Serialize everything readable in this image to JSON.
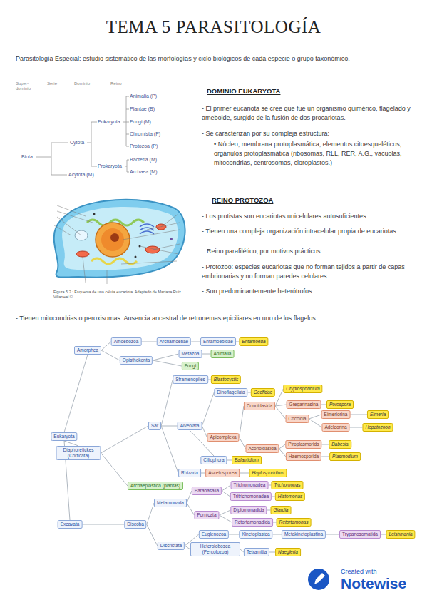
{
  "diagram": {
    "title": "TEMA 5 PARASITOLOGÍA",
    "nodes": [
      {
        "text": [
          "Eukaryota"
        ]
      },
      {
        "text": [
          "Amorphea"
        ]
      },
      {
        "text": [
          "Amoebozoa"
        ]
      },
      {
        "text": [
          "Archamoebae"
        ]
      },
      {
        "text": [
          "Entamoebidae"
        ]
      },
      {
        "text": [
          "Entamoeba"
        ]
      },
      {
        "text": [
          "Opisthokonta"
        ]
      },
      {
        "text": [
          "Metazoa"
        ]
      },
      {
        "text": [
          "Animalia"
        ]
      },
      {
        "text": [
          "Fungi"
        ]
      },
      {
        "text": [
          "Diaphoretickes (Corticata)"
        ]
      },
      {
        "text": [
          "Sar"
        ]
      },
      {
        "text": [
          "Stramenopiles"
        ]
      },
      {
        "text": [
          "Blastocystis"
        ]
      },
      {
        "text": [
          "Alveolata"
        ]
      },
      {
        "text": [
          "Dinoflagellata"
        ]
      },
      {
        "text": [
          "Gedfidae"
        ]
      },
      {
        "text": [
          "Apicomplexa"
        ]
      },
      {
        "text": [
          "Conoidasida"
        ]
      },
      {
        "text": [
          "Cryptosporidium"
        ]
      },
      {
        "text": [
          "Gregarinasina"
        ]
      },
      {
        "text": [
          "Porospora"
        ]
      },
      {
        "text": [
          "Coccidia"
        ]
      },
      {
        "text": [
          "Eimeriorina"
        ]
      },
      {
        "text": [
          "Eimeria"
        ]
      },
      {
        "text": [
          "Adeleorina"
        ]
      },
      {
        "text": [
          "Hepatozoon"
        ]
      },
      {
        "text": [
          "Aconoidasida"
        ]
      },
      {
        "text": [
          "Piroplasmorida"
        ]
      },
      {
        "text": [
          "Babesia"
        ]
      },
      {
        "text": [
          "Haemosporida"
        ]
      },
      {
        "text": [
          "Plasmodium"
        ]
      },
      {
        "text": [
          "Ciliophora"
        ]
      },
      {
        "text": [
          "Balantidium"
        ]
      },
      {
        "text": [
          "Rhizaria"
        ]
      },
      {
        "text": [
          "Ascetosporea"
        ]
      },
      {
        "text": [
          "Haplosporidium"
        ]
      },
      {
        "text": [
          "Archaeplastida (plantas)"
        ]
      },
      {
        "text": [
          "Excavata"
        ]
      },
      {
        "text": [
          "Discoba"
        ]
      },
      {
        "text": [
          "Metamonada"
        ]
      },
      {
        "text": [
          "Parabasalia"
        ]
      },
      {
        "text": [
          "Trichomonadea"
        ]
      },
      {
        "text": [
          "Trichomonas"
        ]
      },
      {
        "text": [
          "Tritrichomonadea"
        ]
      },
      {
        "text": [
          "Histomonas"
        ]
      },
      {
        "text": [
          "Fornicata"
        ]
      },
      {
        "text": [
          "Diplomonadida"
        ]
      },
      {
        "text": [
          "Giardia"
        ]
      },
      {
        "text": [
          "Retortamonadida"
        ]
      },
      {
        "text": [
          "Retortamonas"
        ]
      },
      {
        "text": [
          "Discristata"
        ]
      },
      {
        "text": [
          "Euglenozoa"
        ]
      },
      {
        "text": [
          "Kinetoplastea"
        ]
      },
      {
        "text": [
          "Metakinetoplastina"
        ]
      },
      {
        "text": [
          "Trypanosomatida"
        ]
      },
      {
        "text": [
          "Leishmania"
        ]
      },
      {
        "text": [
          "Heterolobosea (Percolozoa)"
        ]
      },
      {
        "text": [
          "Tetramitia"
        ]
      },
      {
        "text": [
          "Naegleria"
        ]
      }
    ],
    "edges": [
      {
        "from": 0,
        "to": 1,
        "arrow": "none"
      },
      {
        "from": 1,
        "to": 2,
        "arrow": "none"
      },
      {
        "from": 2,
        "to": 3,
        "arrow": "none"
      },
      {
        "from": 3,
        "to": 4,
        "arrow": "none"
      },
      {
        "from": 4,
        "to": 5,
        "arrow": "none"
      },
      {
        "from": 1,
        "to": 6,
        "arrow": "none"
      },
      {
        "from": 6,
        "to": 7,
        "arrow": "none"
      },
      {
        "from": 7,
        "to": 8,
        "arrow": "none"
      },
      {
        "from": 6,
        "to": 9,
        "arrow": "none"
      },
      {
        "from": 0,
        "to": 10,
        "arrow": "none"
      },
      {
        "from": 10,
        "to": 11,
        "arrow": "none"
      },
      {
        "from": 11,
        "to": 12,
        "arrow": "none"
      },
      {
        "from": 12,
        "to": 13,
        "arrow": "none"
      },
      {
        "from": 11,
        "to": 14,
        "arrow": "none"
      },
      {
        "from": 14,
        "to": 15,
        "arrow": "none"
      },
      {
        "from": 15,
        "to": 16,
        "arrow": "none"
      },
      {
        "from": 14,
        "to": 17,
        "arrow": "none"
      },
      {
        "from": 17,
        "to": 18,
        "arrow": "none"
      },
      {
        "from": 18,
        "to": 19,
        "arrow": "none"
      },
      {
        "from": 18,
        "to": 20,
        "arrow": "none"
      },
      {
        "from": 20,
        "to": 21,
        "arrow": "none"
      },
      {
        "from": 18,
        "to": 22,
        "arrow": "none"
      },
      {
        "from": 22,
        "to": 23,
        "arrow": "none"
      },
      {
        "from": 23,
        "to": 24,
        "arrow": "none"
      },
      {
        "from": 22,
        "to": 25,
        "arrow": "none"
      },
      {
        "from": 25,
        "to": 26,
        "arrow": "none"
      },
      {
        "from": 17,
        "to": 27,
        "arrow": "none"
      },
      {
        "from": 27,
        "to": 28,
        "arrow": "none"
      },
      {
        "from": 28,
        "to": 29,
        "arrow": "none"
      },
      {
        "from": 27,
        "to": 30,
        "arrow": "none"
      },
      {
        "from": 30,
        "to": 31,
        "arrow": "none"
      },
      {
        "from": 14,
        "to": 32,
        "arrow": "none"
      },
      {
        "from": 32,
        "to": 33,
        "arrow": "none"
      },
      {
        "from": 11,
        "to": 34,
        "arrow": "none"
      },
      {
        "from": 34,
        "to": 35,
        "arrow": "none"
      },
      {
        "from": 35,
        "to": 36,
        "arrow": "none"
      },
      {
        "from": 10,
        "to": 37,
        "arrow": "none"
      },
      {
        "from": 0,
        "to": 38,
        "arrow": "none"
      },
      {
        "from": 38,
        "to": 39,
        "arrow": "none"
      },
      {
        "from": 39,
        "to": 40,
        "arrow": "none"
      },
      {
        "from": 40,
        "to": 41,
        "arrow": "none"
      },
      {
        "from": 41,
        "to": 42,
        "arrow": "none"
      },
      {
        "from": 42,
        "to": 43,
        "arrow": "none"
      },
      {
        "from": 41,
        "to": 44,
        "arrow": "none"
      },
      {
        "from": 44,
        "to": 45,
        "arrow": "none"
      },
      {
        "from": 40,
        "to": 46,
        "arrow": "none"
      },
      {
        "from": 46,
        "to": 47,
        "arrow": "none"
      },
      {
        "from": 47,
        "to": 48,
        "arrow": "none"
      },
      {
        "from": 46,
        "to": 49,
        "arrow": "none"
      },
      {
        "from": 49,
        "to": 50,
        "arrow": "none"
      },
      {
        "from": 39,
        "to": 51,
        "arrow": "none"
      },
      {
        "from": 51,
        "to": 52,
        "arrow": "none"
      },
      {
        "from": 52,
        "to": 53,
        "arrow": "none"
      },
      {
        "from": 53,
        "to": 54,
        "arrow": "none"
      },
      {
        "from": 54,
        "to": 55,
        "arrow": "none"
      },
      {
        "from": 55,
        "to": 56,
        "arrow": "none"
      },
      {
        "from": 51,
        "to": 57,
        "arrow": "none"
      },
      {
        "from": 57,
        "to": 58,
        "arrow": "none"
      },
      {
        "from": 58,
        "to": 59,
        "arrow": "none"
      }
    ],
    "labels": [
      "Parasitología Especial: estudio sistemático de las morfologías y ciclo biológicos de cada especie o grupo taxonómico.",
      "Super-dominio",
      "Serie",
      "Dominio",
      "Reino",
      "Animalia (P)",
      "Plantae (B)",
      "Eukaryota",
      "Fungi (M)",
      "Chromista (P)",
      "Cytota",
      "Protozoa (P)",
      "Biota",
      "Prokaryota",
      "Bacteria (M)",
      "Archaea (M)",
      "Acytota (M)",
      "DOMINIO EUKARYOTA",
      "- El primer eucariota se cree que fue un organismo quimérico, flagelado y ameboide, surgido de la fusión de dos procariotas.",
      "- Se caracterizan por su compleja estructura:",
      "• Núcleo, membrana protoplasmática, elementos citoesqueléticos, orgánulos protoplasmática (ribosomas, RLL, RER, A.G., vacuolas, mitocondrias, centrosomas, cloroplastos.)",
      "REINO PROTOZOA",
      "- Los protistas son eucariotas unicelulares autosuficientes.",
      "- Tienen una compleja organización intracelular propia de eucariotas.",
      "Reino parafilético, por motivos prácticos.",
      "- Protozoo: especies eucariotas que no forman tejidos a partir de capas embrionarias y no forman paredes celulares.",
      "- Son predominantemente heterótrofos.",
      "- Tienen mitocondrias o peroxisomas. Ausencia ancestral de retronemas epiciliares en uno de los flagelos.",
      "Figura 5.2.: Esquema de una célula eucariota. Adaptado de Mariana Ruiz Villarreal ©",
      "Created with",
      "Notewise"
    ]
  }
}
